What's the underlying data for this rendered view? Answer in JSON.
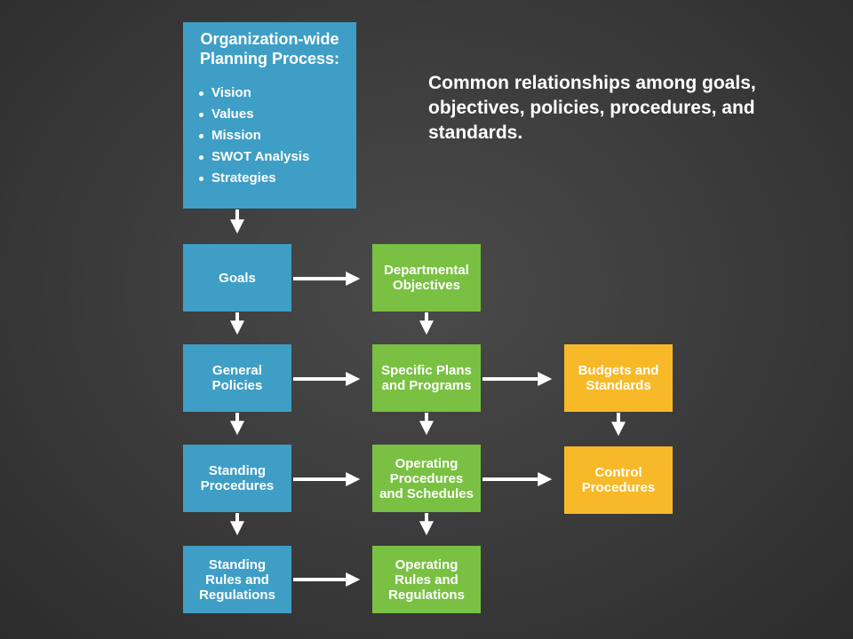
{
  "main": {
    "title": "Organization-wide\nPlanning Process:",
    "items": [
      "Vision",
      "Values",
      "Mission",
      "SWOT Analysis",
      "Strategies"
    ]
  },
  "caption": "Common relationships among goals, objectives, policies, procedures, and standards.",
  "nodes": {
    "goals": "Goals",
    "general_policies": "General\nPolicies",
    "standing_procedures": "Standing\nProcedures",
    "standing_rules": "Standing\nRules and\nRegulations",
    "departmental_objectives": "Departmental\nObjectives",
    "specific_plans": "Specific Plans\nand Programs",
    "operating_procedures": "Operating\nProcedures\nand Schedules",
    "operating_rules": "Operating\nRules and\nRegulations",
    "budgets": "Budgets and\nStandards",
    "control_procedures": "Control\nProcedures"
  },
  "colors": {
    "blue": "#3f9ec5",
    "green": "#7ac143",
    "yellow": "#f7b928",
    "arrow": "#ffffff"
  }
}
